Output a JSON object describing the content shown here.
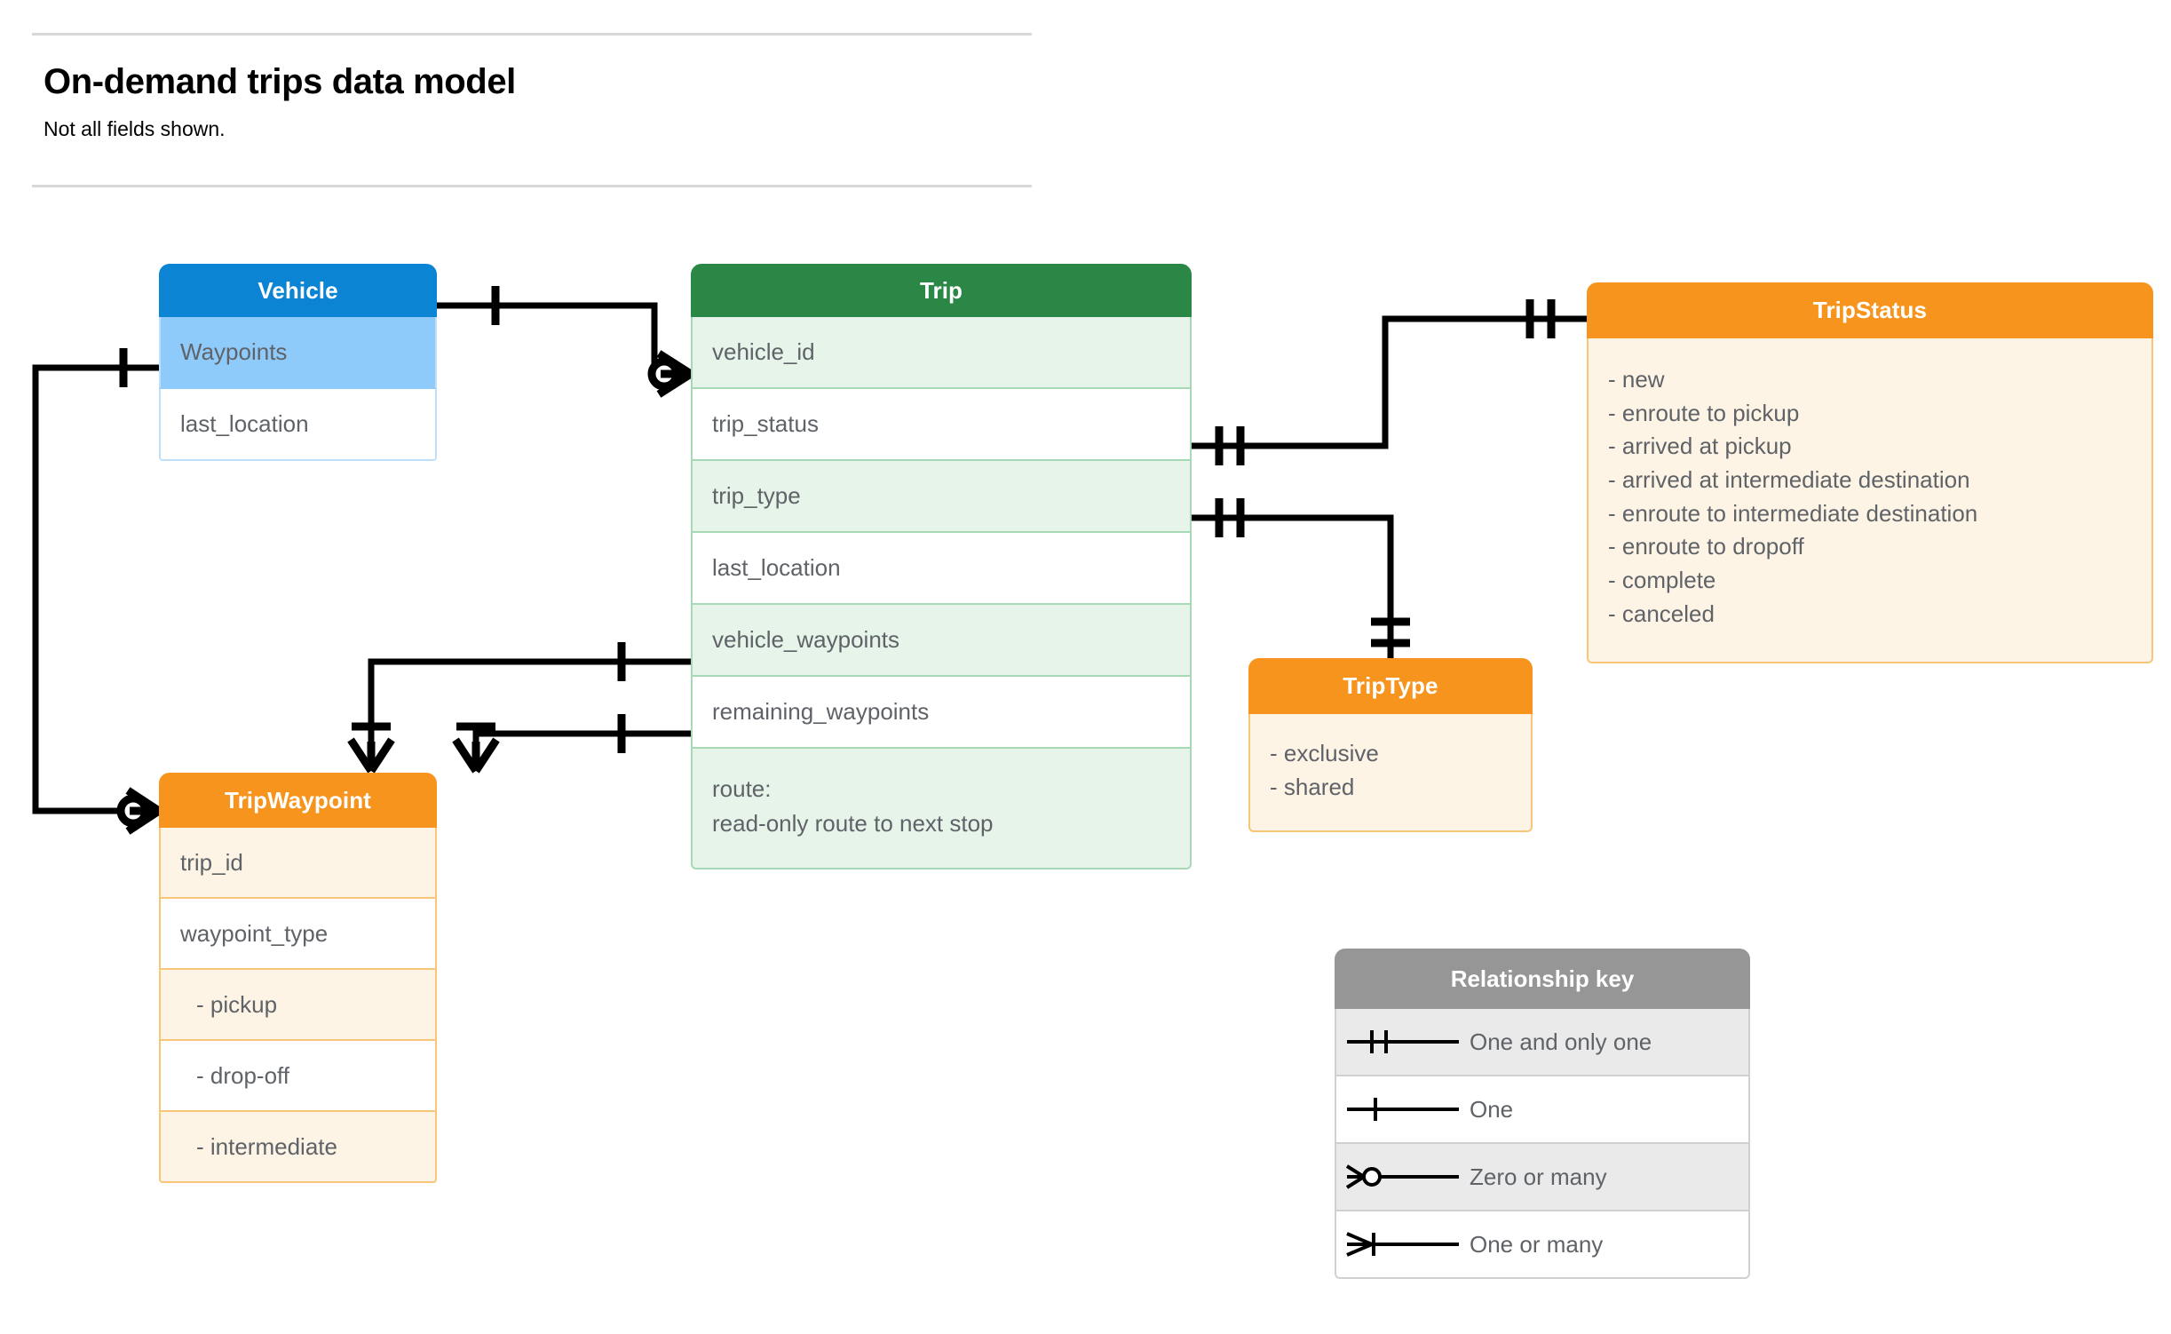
{
  "header": {
    "title": "On-demand trips data model",
    "subtitle": "Not all fields shown."
  },
  "entities": {
    "vehicle": {
      "name": "Vehicle",
      "header_color": "#0b84d4",
      "rows": [
        "Waypoints",
        "last_location"
      ]
    },
    "trip": {
      "name": "Trip",
      "header_color": "#2b8745",
      "rows": [
        "vehicle_id",
        "trip_status",
        "trip_type",
        "last_location",
        "vehicle_waypoints",
        "remaining_waypoints"
      ],
      "route_note_label": "route:",
      "route_note_text": "read-only route to next stop"
    },
    "trip_status": {
      "name": "TripStatus",
      "header_color": "#f7941d",
      "values": [
        "- new",
        "- enroute to pickup",
        "- arrived at pickup",
        "- arrived at intermediate destination",
        "- enroute to intermediate destination",
        "- enroute to dropoff",
        "- complete",
        "- canceled"
      ]
    },
    "trip_type": {
      "name": "TripType",
      "header_color": "#f7941d",
      "values": [
        "- exclusive",
        "- shared"
      ]
    },
    "trip_waypoint": {
      "name": "TripWaypoint",
      "header_color": "#f7941d",
      "rows": [
        "trip_id",
        "waypoint_type",
        "-  pickup",
        "-  drop-off",
        "-  intermediate"
      ]
    }
  },
  "relationship_key": {
    "title": "Relationship key",
    "items": [
      {
        "symbol": "one-and-only-one-icon",
        "label": "One and only one"
      },
      {
        "symbol": "one-icon",
        "label": "One"
      },
      {
        "symbol": "zero-or-many-icon",
        "label": "Zero or many"
      },
      {
        "symbol": "one-or-many-icon",
        "label": "One or many"
      }
    ]
  },
  "relationships": [
    {
      "from": "Vehicle",
      "from_cardinality": "One",
      "to": "Trip.vehicle_id",
      "to_cardinality": "Zero or many"
    },
    {
      "from": "Vehicle.Waypoints",
      "from_cardinality": "One",
      "to": "TripWaypoint",
      "to_cardinality": "Zero or many"
    },
    {
      "from": "Trip.trip_status",
      "from_cardinality": "One and only one",
      "to": "TripStatus",
      "to_cardinality": "One and only one"
    },
    {
      "from": "Trip.trip_type",
      "from_cardinality": "One and only one",
      "to": "TripType",
      "to_cardinality": "One and only one"
    },
    {
      "from": "Trip.vehicle_waypoints",
      "from_cardinality": "One",
      "to": "TripWaypoint",
      "to_cardinality": "One or many"
    },
    {
      "from": "Trip.remaining_waypoints",
      "from_cardinality": "One",
      "to": "TripWaypoint",
      "to_cardinality": "One or many"
    }
  ]
}
